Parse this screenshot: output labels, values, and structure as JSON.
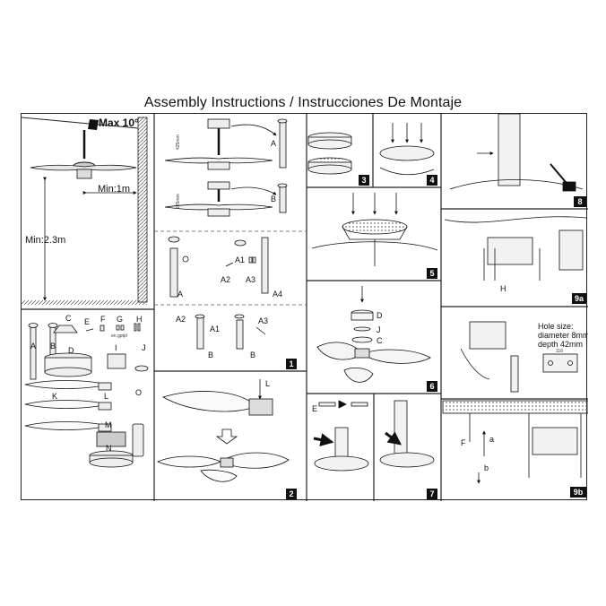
{
  "header": {
    "title": "Assembly Instructions / Instrucciones De Montaje"
  },
  "panel_mount": {
    "max_angle": "Max 10°",
    "min_side": "Min:1m",
    "min_height": "Min:2.3m"
  },
  "parts_list": {
    "labels": [
      "A",
      "B",
      "C",
      "D",
      "E",
      "F",
      "G",
      "H",
      "I",
      "J",
      "K",
      "L",
      "M",
      "N",
      "O"
    ],
    "g_note": "en.gptpl"
  },
  "downrod": {
    "rod_a": "A",
    "rod_b": "B",
    "len_a": "425mm",
    "len_b": "225mm"
  },
  "step1": {
    "a1": "A1",
    "a2": "A2",
    "a3": "A3",
    "a4": "A4",
    "a": "A",
    "b1": "B",
    "b2": "B",
    "number": "1"
  },
  "step2": {
    "l": "L",
    "number": "2"
  },
  "step3": {
    "number": "3"
  },
  "step4": {
    "number": "4"
  },
  "step5": {
    "number": "5"
  },
  "step6": {
    "d": "D",
    "j": "J",
    "c": "C",
    "number": "6"
  },
  "step7": {
    "e": "E",
    "number": "7"
  },
  "step8": {
    "number": "8"
  },
  "step9a": {
    "h": "H",
    "number": "9a"
  },
  "hole": {
    "line1": "Hole size:",
    "line2": "diameter 8mm",
    "line3": "depth 42mm",
    "dim": "116"
  },
  "step9b": {
    "f": "F",
    "a": "a",
    "b": "b",
    "number": "9b"
  }
}
